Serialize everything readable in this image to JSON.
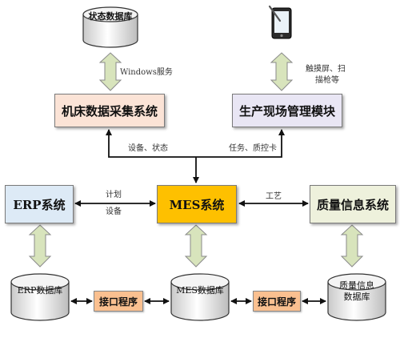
{
  "databases": {
    "status_db": "状态数据库",
    "erp_db": "ERP数据库",
    "mes_db": "MES数据库",
    "quality_db_line1": "质量信息",
    "quality_db_line2": "数据库"
  },
  "modules": {
    "machine_collection": "机床数据采集系统",
    "shopfloor_mgmt": "生产现场管理模块",
    "erp": "ERP系统",
    "mes": "MES系统",
    "quality": "质量信息系统",
    "interface_left": "接口程序",
    "interface_right": "接口程序"
  },
  "labels": {
    "windows_service": "Windows服务",
    "touch_line1": "触摸屏、扫",
    "touch_line2": "描枪等",
    "equipment_status": "设备、状态",
    "task_qc": "任务、质控卡",
    "plan": "计划",
    "equipment": "设备",
    "process": "工艺"
  },
  "colors": {
    "machine_box": "#fbe3d6",
    "shopfloor_box": "#e9e6f4",
    "erp_box": "#ddeaf6",
    "mes_box": "#fec000",
    "quality_box": "#eef1dc",
    "interface_box": "#fac090",
    "block_arrow_fill": "#d8e4bc"
  },
  "icons": [
    "database-icon",
    "tablet-icon"
  ]
}
